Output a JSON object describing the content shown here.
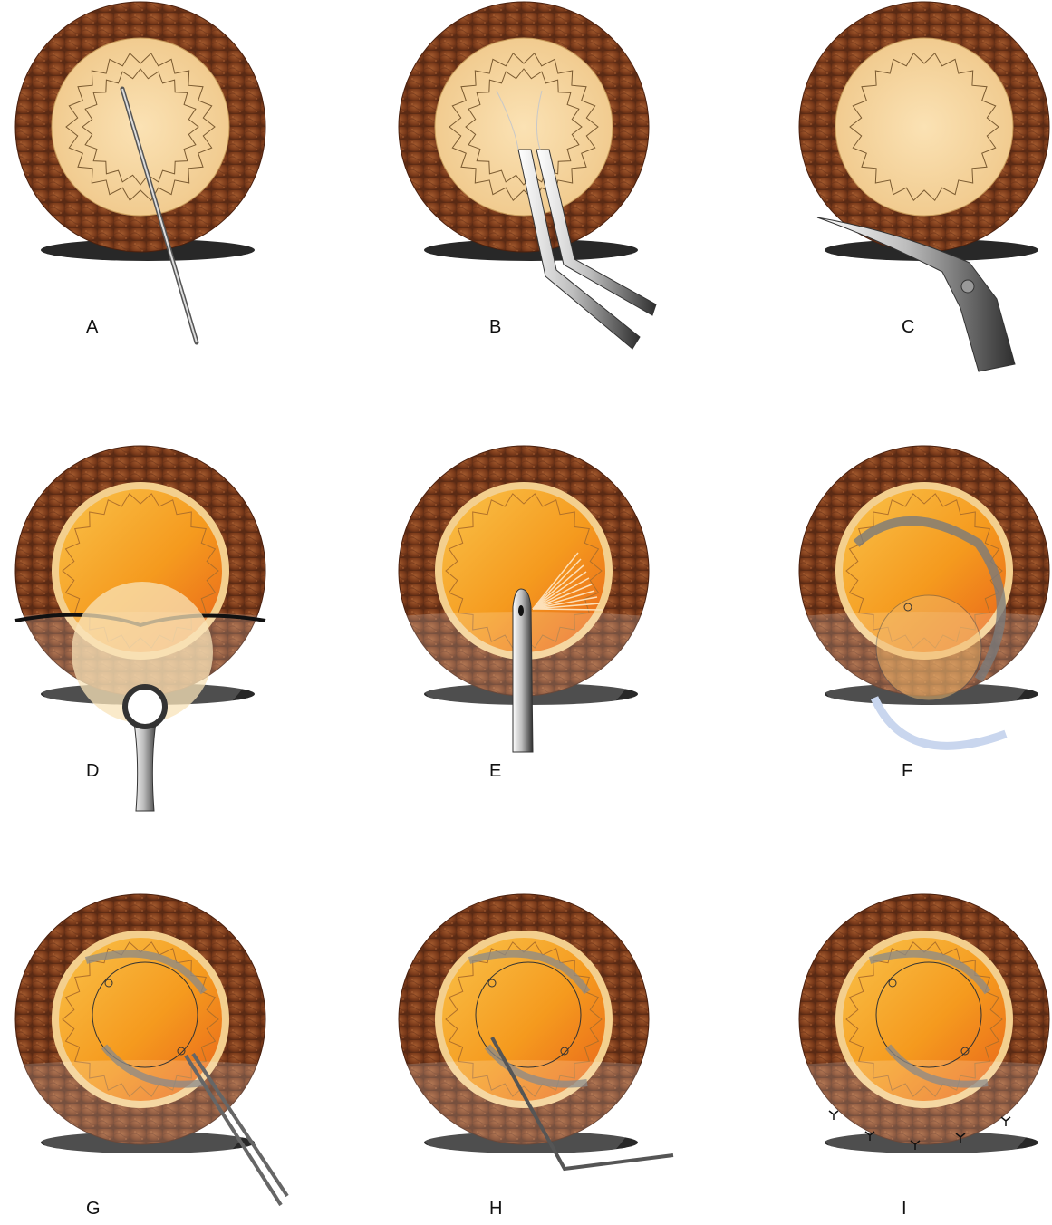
{
  "figure": {
    "panels": [
      {
        "label": "A",
        "step": "incision-with-needle",
        "lens": "clear"
      },
      {
        "label": "B",
        "step": "forceps-grasp",
        "lens": "clear"
      },
      {
        "label": "C",
        "step": "scissors-cut",
        "lens": "clear"
      },
      {
        "label": "D",
        "step": "graft-placement",
        "lens": "orange"
      },
      {
        "label": "E",
        "step": "probe-insertion",
        "lens": "orange"
      },
      {
        "label": "F",
        "step": "iol-insertion",
        "lens": "orange"
      },
      {
        "label": "G",
        "step": "forceps-positioning",
        "lens": "orange"
      },
      {
        "label": "H",
        "step": "hook-rotation",
        "lens": "orange"
      },
      {
        "label": "I",
        "step": "final-suture",
        "lens": "orange"
      }
    ]
  },
  "colors": {
    "iris_dark": "#5a2a14",
    "iris_mid": "#8a4020",
    "cornea_pale": "#f6d9a5",
    "lens_orange": "#f7a21b",
    "lens_deep": "#e8661a",
    "steel_light": "#e6e6e6",
    "steel_dark": "#444444",
    "haptic_blue": "#c9d6ee"
  }
}
